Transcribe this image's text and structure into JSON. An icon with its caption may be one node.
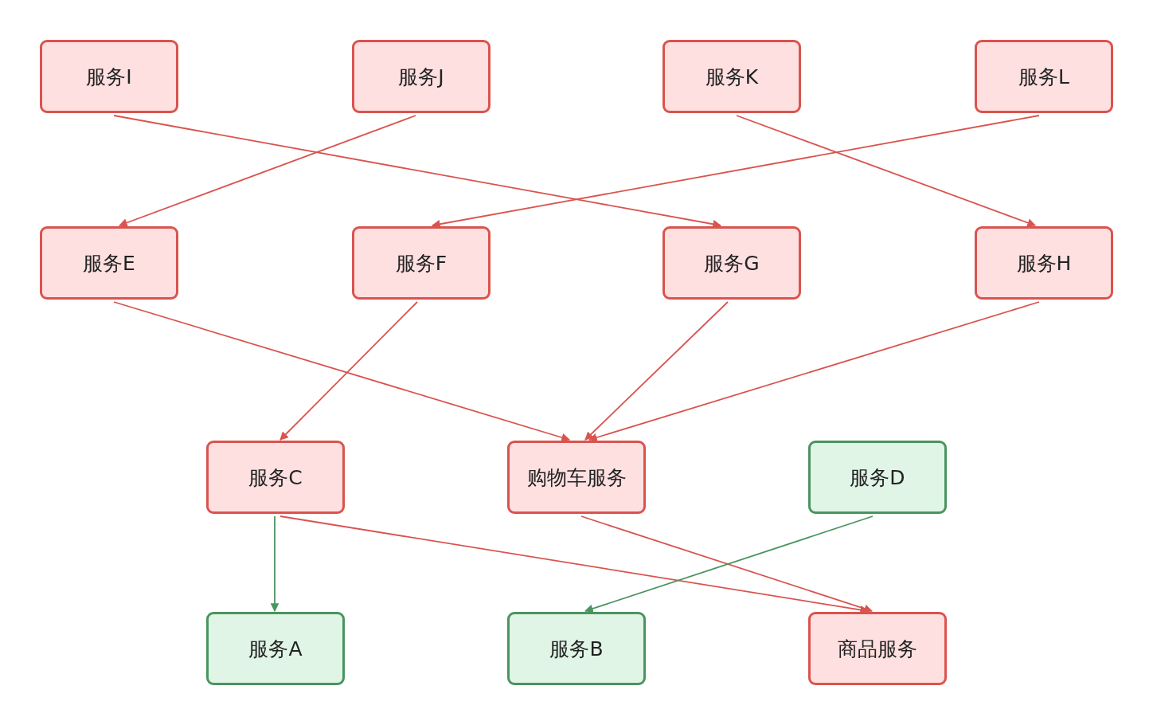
{
  "diagram": {
    "nodes": [
      {
        "text": [
          "服务I"
        ]
      },
      {
        "text": [
          "服务J"
        ]
      },
      {
        "text": [
          "服务K"
        ]
      },
      {
        "text": [
          "服务L"
        ]
      },
      {
        "text": [
          "服务E"
        ]
      },
      {
        "text": [
          "服务F"
        ]
      },
      {
        "text": [
          "服务G"
        ]
      },
      {
        "text": [
          "服务H"
        ]
      },
      {
        "text": [
          "服务C"
        ]
      },
      {
        "text": [
          "购物车服务"
        ]
      },
      {
        "text": [
          "服务D"
        ]
      },
      {
        "text": [
          "服务A"
        ]
      },
      {
        "text": [
          "服务B"
        ]
      },
      {
        "text": [
          "商品服务"
        ]
      }
    ],
    "edges": [
      {
        "from": 0,
        "to": 6,
        "arrow": "to"
      },
      {
        "from": 1,
        "to": 4,
        "arrow": "to"
      },
      {
        "from": 2,
        "to": 7,
        "arrow": "to"
      },
      {
        "from": 3,
        "to": 5,
        "arrow": "to"
      },
      {
        "from": 4,
        "to": 9,
        "arrow": "to"
      },
      {
        "from": 5,
        "to": 8,
        "arrow": "to"
      },
      {
        "from": 6,
        "to": 9,
        "arrow": "to"
      },
      {
        "from": 7,
        "to": 9,
        "arrow": "to"
      },
      {
        "from": 8,
        "to": 11,
        "arrow": "to",
        "color": "#4a9460"
      },
      {
        "from": 8,
        "to": 13,
        "arrow": "to"
      },
      {
        "from": 9,
        "to": 13,
        "arrow": "to"
      },
      {
        "from": 10,
        "to": 12,
        "arrow": "to",
        "color": "#4a9460"
      }
    ]
  }
}
